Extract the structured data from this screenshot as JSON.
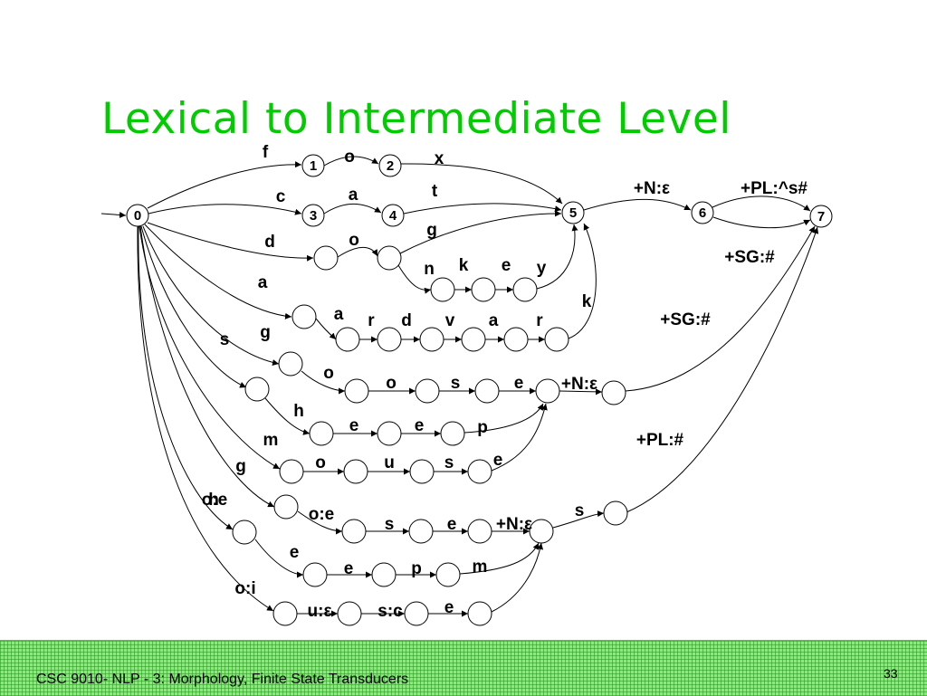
{
  "slide": {
    "title": "Lexical to Intermediate Level",
    "footer": "CSC 9010- NLP - 3: Morphology, Finite State Transducers",
    "page_number": "33"
  },
  "colors": {
    "title": "#00cc00",
    "footer_bg": "#8fe87f",
    "ink": "#000000"
  },
  "diagram": {
    "states": [
      {
        "id": "s0",
        "label": "0"
      },
      {
        "id": "s1",
        "label": "1"
      },
      {
        "id": "s2",
        "label": "2"
      },
      {
        "id": "s3",
        "label": "3"
      },
      {
        "id": "s4",
        "label": "4"
      },
      {
        "id": "s5",
        "label": "5"
      },
      {
        "id": "s6",
        "label": "6"
      },
      {
        "id": "s7",
        "label": "7"
      }
    ],
    "edge_labels": [
      "f",
      "o",
      "x",
      "c",
      "a",
      "t",
      "d",
      "o",
      "g",
      "n",
      "k",
      "e",
      "y",
      "a",
      "a",
      "r",
      "d",
      "v",
      "a",
      "r",
      "k",
      "+N:ε",
      "+PL:^s#",
      "+SG:#",
      "+SG:#",
      "s",
      "g",
      "o",
      "o",
      "s",
      "e",
      "+N:ε",
      "h",
      "e",
      "e",
      "p",
      "m",
      "o",
      "u",
      "s",
      "e",
      "+PL:#",
      "g",
      "o:e",
      "o:e",
      "s",
      "e",
      "+N:ε",
      "s",
      "h",
      "e",
      "e",
      "p",
      "m",
      "o:i",
      "u:ε",
      "s:c",
      "e"
    ]
  }
}
